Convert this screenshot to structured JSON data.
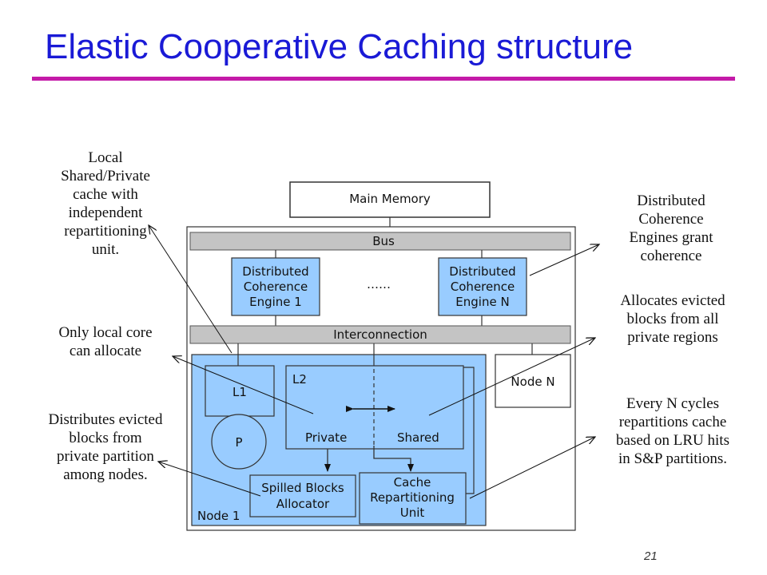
{
  "title": "Elastic Cooperative Caching structure",
  "page_number": "21",
  "annotations": {
    "local_cache": [
      "Local",
      "Shared/Private",
      "cache with",
      "independent",
      "repartitioning",
      "unit."
    ],
    "only_local": [
      "Only local core",
      "can allocate"
    ],
    "distributes": [
      "Distributes evicted",
      "blocks from",
      "private partition",
      "among nodes."
    ],
    "dce_grant": [
      "Distributed",
      "Coherence",
      "Engines  grant",
      "coherence"
    ],
    "allocates": [
      "Allocates evicted",
      "blocks from all",
      "private regions"
    ],
    "every_n": [
      "Every N cycles",
      "repartitions cache",
      "based on LRU hits",
      "in S&P partitions."
    ]
  },
  "diagram": {
    "main_memory": "Main Memory",
    "bus": "Bus",
    "dce1": [
      "Distributed",
      "Coherence",
      "Engine 1"
    ],
    "dceN": [
      "Distributed",
      "Coherence",
      "Engine N"
    ],
    "ellipsis": "……",
    "interconnection": "Interconnection",
    "l1": "L1",
    "p": "P",
    "l2": "L2",
    "private": "Private",
    "shared": "Shared",
    "spilled": [
      "Spilled Blocks",
      "Allocator"
    ],
    "cru": [
      "Cache",
      "Repartitioning",
      "Unit"
    ],
    "node1": "Node 1",
    "nodeN": "Node N"
  },
  "colors": {
    "title": "#1a1ad6",
    "rule": "#c41aa8",
    "node_fill": "#99ccff",
    "box_fill": "#c4c4c4"
  }
}
